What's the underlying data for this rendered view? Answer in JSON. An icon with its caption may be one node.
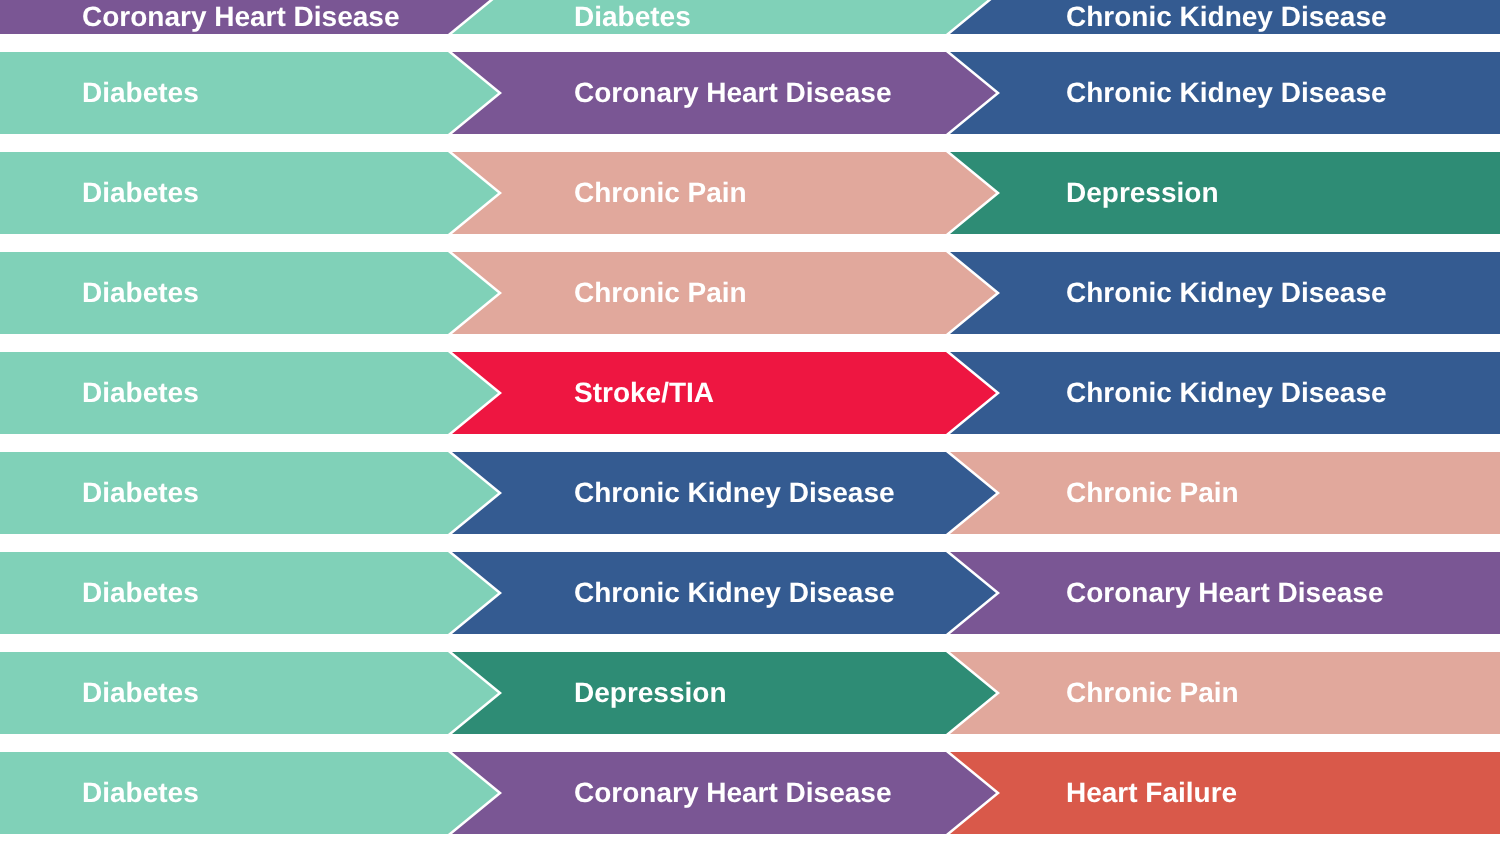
{
  "diagram": {
    "nodes": [
      {
        "text": [
          "Coronary Heart Disease"
        ]
      },
      {
        "text": [
          "Diabetes"
        ]
      },
      {
        "text": [
          "Chronic Kidney Disease"
        ]
      },
      {
        "text": [
          "Diabetes"
        ]
      },
      {
        "text": [
          "Coronary Heart Disease"
        ]
      },
      {
        "text": [
          "Chronic Kidney Disease"
        ]
      },
      {
        "text": [
          "Diabetes"
        ]
      },
      {
        "text": [
          "Chronic Pain"
        ]
      },
      {
        "text": [
          "Depression"
        ]
      },
      {
        "text": [
          "Diabetes"
        ]
      },
      {
        "text": [
          "Chronic Pain"
        ]
      },
      {
        "text": [
          "Chronic Kidney Disease"
        ]
      },
      {
        "text": [
          "Diabetes"
        ]
      },
      {
        "text": [
          "Stroke/TIA"
        ]
      },
      {
        "text": [
          "Chronic Kidney Disease"
        ]
      },
      {
        "text": [
          "Diabetes"
        ]
      },
      {
        "text": [
          "Chronic Kidney Disease"
        ]
      },
      {
        "text": [
          "Chronic Pain"
        ]
      },
      {
        "text": [
          "Diabetes"
        ]
      },
      {
        "text": [
          "Chronic Kidney Disease"
        ]
      },
      {
        "text": [
          "Coronary Heart Disease"
        ]
      },
      {
        "text": [
          "Diabetes"
        ]
      },
      {
        "text": [
          "Depression"
        ]
      },
      {
        "text": [
          "Chronic Pain"
        ]
      },
      {
        "text": [
          "Diabetes"
        ]
      },
      {
        "text": [
          "Coronary Heart Disease"
        ]
      },
      {
        "text": [
          "Heart Failure"
        ]
      }
    ]
  }
}
